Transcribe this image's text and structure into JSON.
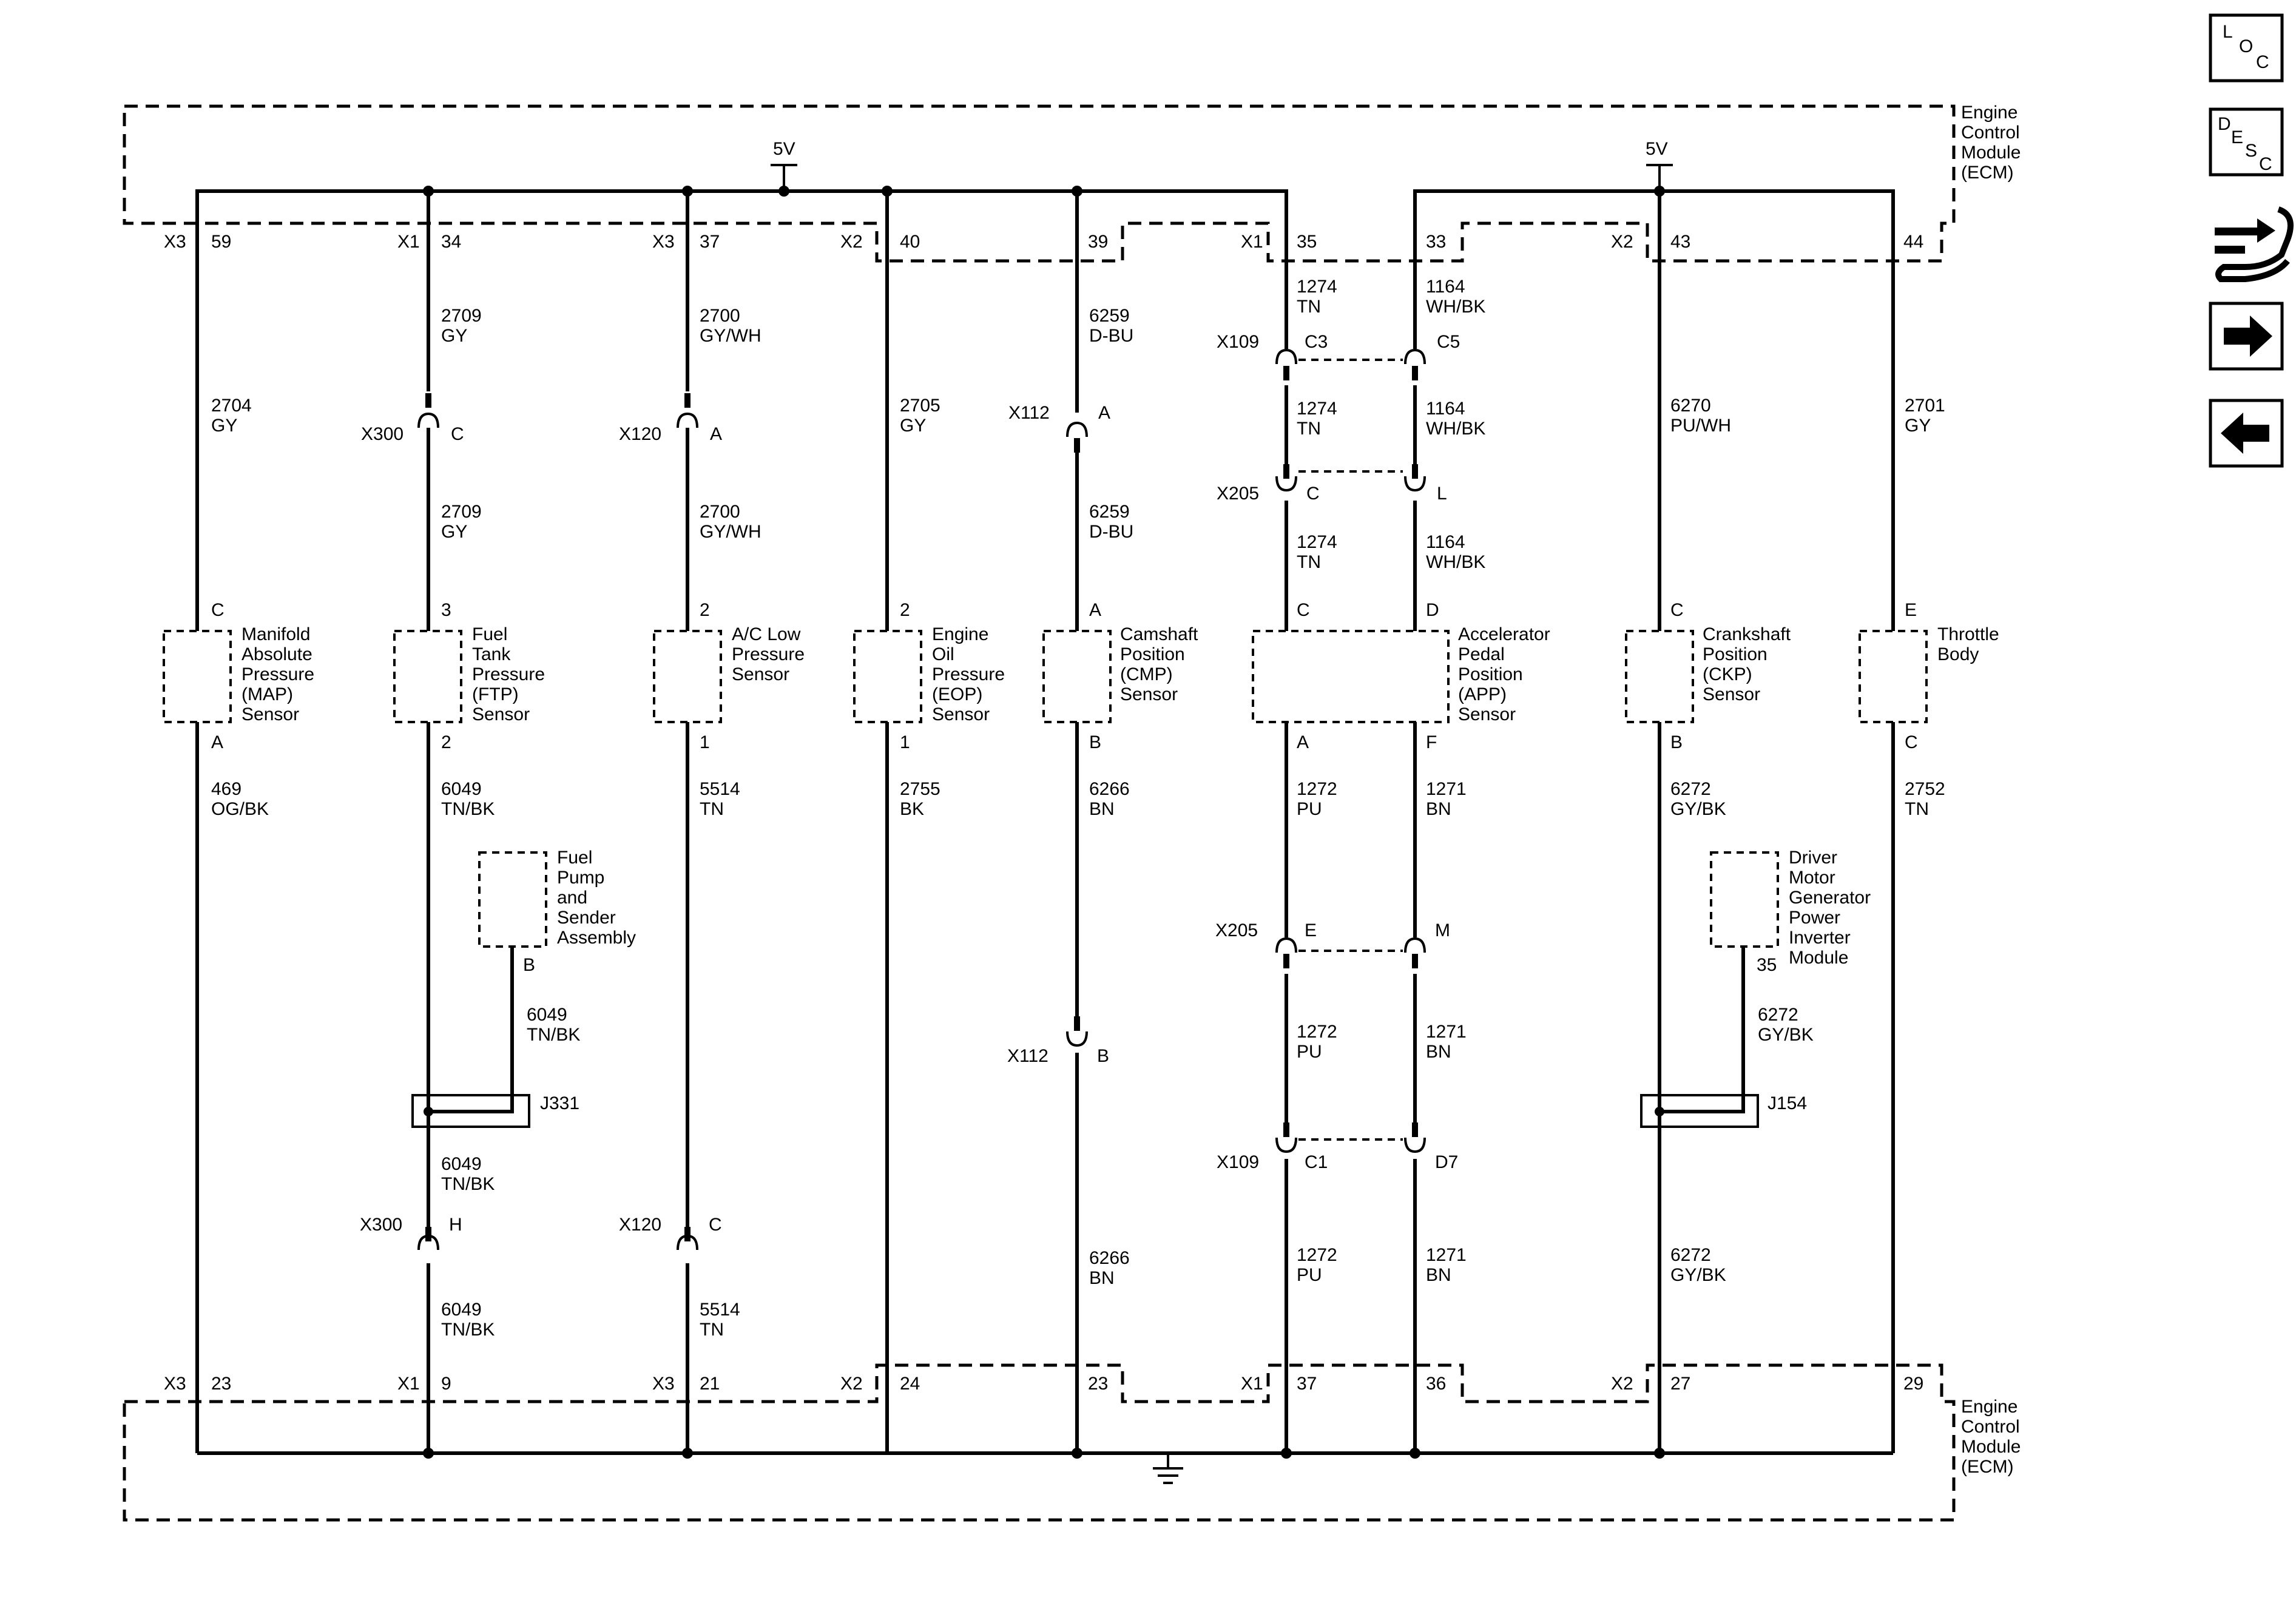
{
  "ecm": {
    "label_top": [
      "Engine",
      "Control",
      "Module",
      "(ECM)"
    ],
    "label_bottom": [
      "Engine",
      "Control",
      "Module",
      "(ECM)"
    ]
  },
  "power": {
    "left_label": "5V",
    "right_label": "5V"
  },
  "top_pins": [
    {
      "conn": "X3",
      "pin": "59"
    },
    {
      "conn": "X1",
      "pin": "34"
    },
    {
      "conn": "X3",
      "pin": "37"
    },
    {
      "conn": "X2",
      "pin": "40"
    },
    {
      "conn": "",
      "pin": "39"
    },
    {
      "conn": "X1",
      "pin": "35"
    },
    {
      "conn": "",
      "pin": "33"
    },
    {
      "conn": "X2",
      "pin": "43"
    },
    {
      "conn": "",
      "pin": "44"
    }
  ],
  "bottom_pins": [
    {
      "conn": "X3",
      "pin": "23"
    },
    {
      "conn": "X1",
      "pin": "9"
    },
    {
      "conn": "X3",
      "pin": "21"
    },
    {
      "conn": "X2",
      "pin": "24"
    },
    {
      "conn": "",
      "pin": "23"
    },
    {
      "conn": "X1",
      "pin": "37"
    },
    {
      "conn": "",
      "pin": "36"
    },
    {
      "conn": "X2",
      "pin": "27"
    },
    {
      "conn": "",
      "pin": "29"
    }
  ],
  "wires": [
    {
      "circuit": "2704",
      "color": "GY"
    },
    {
      "circuit": "2709",
      "color": "GY"
    },
    {
      "circuit": "2709",
      "color": "GY"
    },
    {
      "circuit": "2700",
      "color": "GY/WH"
    },
    {
      "circuit": "2700",
      "color": "GY/WH"
    },
    {
      "circuit": "2705",
      "color": "GY"
    },
    {
      "circuit": "6259",
      "color": "D-BU"
    },
    {
      "circuit": "6259",
      "color": "D-BU"
    },
    {
      "circuit": "1274",
      "color": "TN"
    },
    {
      "circuit": "1274",
      "color": "TN"
    },
    {
      "circuit": "1274",
      "color": "TN"
    },
    {
      "circuit": "1164",
      "color": "WH/BK"
    },
    {
      "circuit": "1164",
      "color": "WH/BK"
    },
    {
      "circuit": "1164",
      "color": "WH/BK"
    },
    {
      "circuit": "6270",
      "color": "PU/WH"
    },
    {
      "circuit": "2701",
      "color": "GY"
    },
    {
      "circuit": "469",
      "color": "OG/BK"
    },
    {
      "circuit": "6049",
      "color": "TN/BK"
    },
    {
      "circuit": "6049",
      "color": "TN/BK"
    },
    {
      "circuit": "6049",
      "color": "TN/BK"
    },
    {
      "circuit": "6049",
      "color": "TN/BK"
    },
    {
      "circuit": "5514",
      "color": "TN"
    },
    {
      "circuit": "5514",
      "color": "TN"
    },
    {
      "circuit": "2755",
      "color": "BK"
    },
    {
      "circuit": "6266",
      "color": "BN"
    },
    {
      "circuit": "6266",
      "color": "BN"
    },
    {
      "circuit": "1272",
      "color": "PU"
    },
    {
      "circuit": "1272",
      "color": "PU"
    },
    {
      "circuit": "1272",
      "color": "PU"
    },
    {
      "circuit": "1271",
      "color": "BN"
    },
    {
      "circuit": "1271",
      "color": "BN"
    },
    {
      "circuit": "1271",
      "color": "BN"
    },
    {
      "circuit": "6272",
      "color": "GY/BK"
    },
    {
      "circuit": "6272",
      "color": "GY/BK"
    },
    {
      "circuit": "6272",
      "color": "GY/BK"
    },
    {
      "circuit": "2752",
      "color": "TN"
    }
  ],
  "inline_connectors": [
    {
      "name": "X300",
      "pin": "C"
    },
    {
      "name": "X120",
      "pin": "A"
    },
    {
      "name": "X112",
      "pin": "A"
    },
    {
      "name": "X109",
      "pin": "C3"
    },
    {
      "name": "",
      "pin": "C5"
    },
    {
      "name": "X205",
      "pin": "C"
    },
    {
      "name": "",
      "pin": "L"
    },
    {
      "name": "X205",
      "pin": "E"
    },
    {
      "name": "",
      "pin": "M"
    },
    {
      "name": "X112",
      "pin": "B"
    },
    {
      "name": "X109",
      "pin": "C1"
    },
    {
      "name": "",
      "pin": "D7"
    },
    {
      "name": "X300",
      "pin": "H"
    },
    {
      "name": "X120",
      "pin": "C"
    }
  ],
  "components": [
    {
      "name": [
        "Manifold",
        "Absolute",
        "Pressure",
        "(MAP)",
        "Sensor"
      ],
      "pin_top": "C",
      "pin_bottom": "A"
    },
    {
      "name": [
        "Fuel",
        "Tank",
        "Pressure",
        "(FTP)",
        "Sensor"
      ],
      "pin_top": "3",
      "pin_bottom": "2"
    },
    {
      "name": [
        "A/C Low",
        "Pressure",
        "Sensor"
      ],
      "pin_top": "2",
      "pin_bottom": "1"
    },
    {
      "name": [
        "Engine",
        "Oil",
        "Pressure",
        "(EOP)",
        "Sensor"
      ],
      "pin_top": "2",
      "pin_bottom": "1"
    },
    {
      "name": [
        "Camshaft",
        "Position",
        "(CMP)",
        "Sensor"
      ],
      "pin_top": "A",
      "pin_bottom": "B"
    },
    {
      "name": [
        "Accelerator",
        "Pedal",
        "Position",
        "(APP)",
        "Sensor"
      ],
      "pin_top": "C",
      "pin_bottom": "A",
      "pin_top2": "D",
      "pin_bottom2": "F"
    },
    {
      "name": [
        "Crankshaft",
        "Position",
        "(CKP)",
        "Sensor"
      ],
      "pin_top": "C",
      "pin_bottom": "B"
    },
    {
      "name": [
        "Throttle",
        "Body"
      ],
      "pin_top": "E",
      "pin_bottom": "C"
    },
    {
      "name": [
        "Fuel",
        "Pump",
        "and",
        "Sender",
        "Assembly"
      ],
      "pin": "B"
    },
    {
      "name": [
        "Driver",
        "Motor",
        "Generator",
        "Power",
        "Inverter",
        "Module"
      ],
      "pin": "35"
    }
  ],
  "splices": [
    {
      "name": "J331"
    },
    {
      "name": "J154"
    }
  ],
  "nav": {
    "loc": {
      "l1": "L",
      "l2": "O",
      "l3": "C"
    },
    "desc": {
      "l1": "D",
      "l2": "E",
      "l3": "S",
      "l4": "C"
    },
    "tool_icon": "connector-wrench-icon",
    "next_icon": "arrow-right-icon",
    "prev_icon": "arrow-left-icon"
  }
}
